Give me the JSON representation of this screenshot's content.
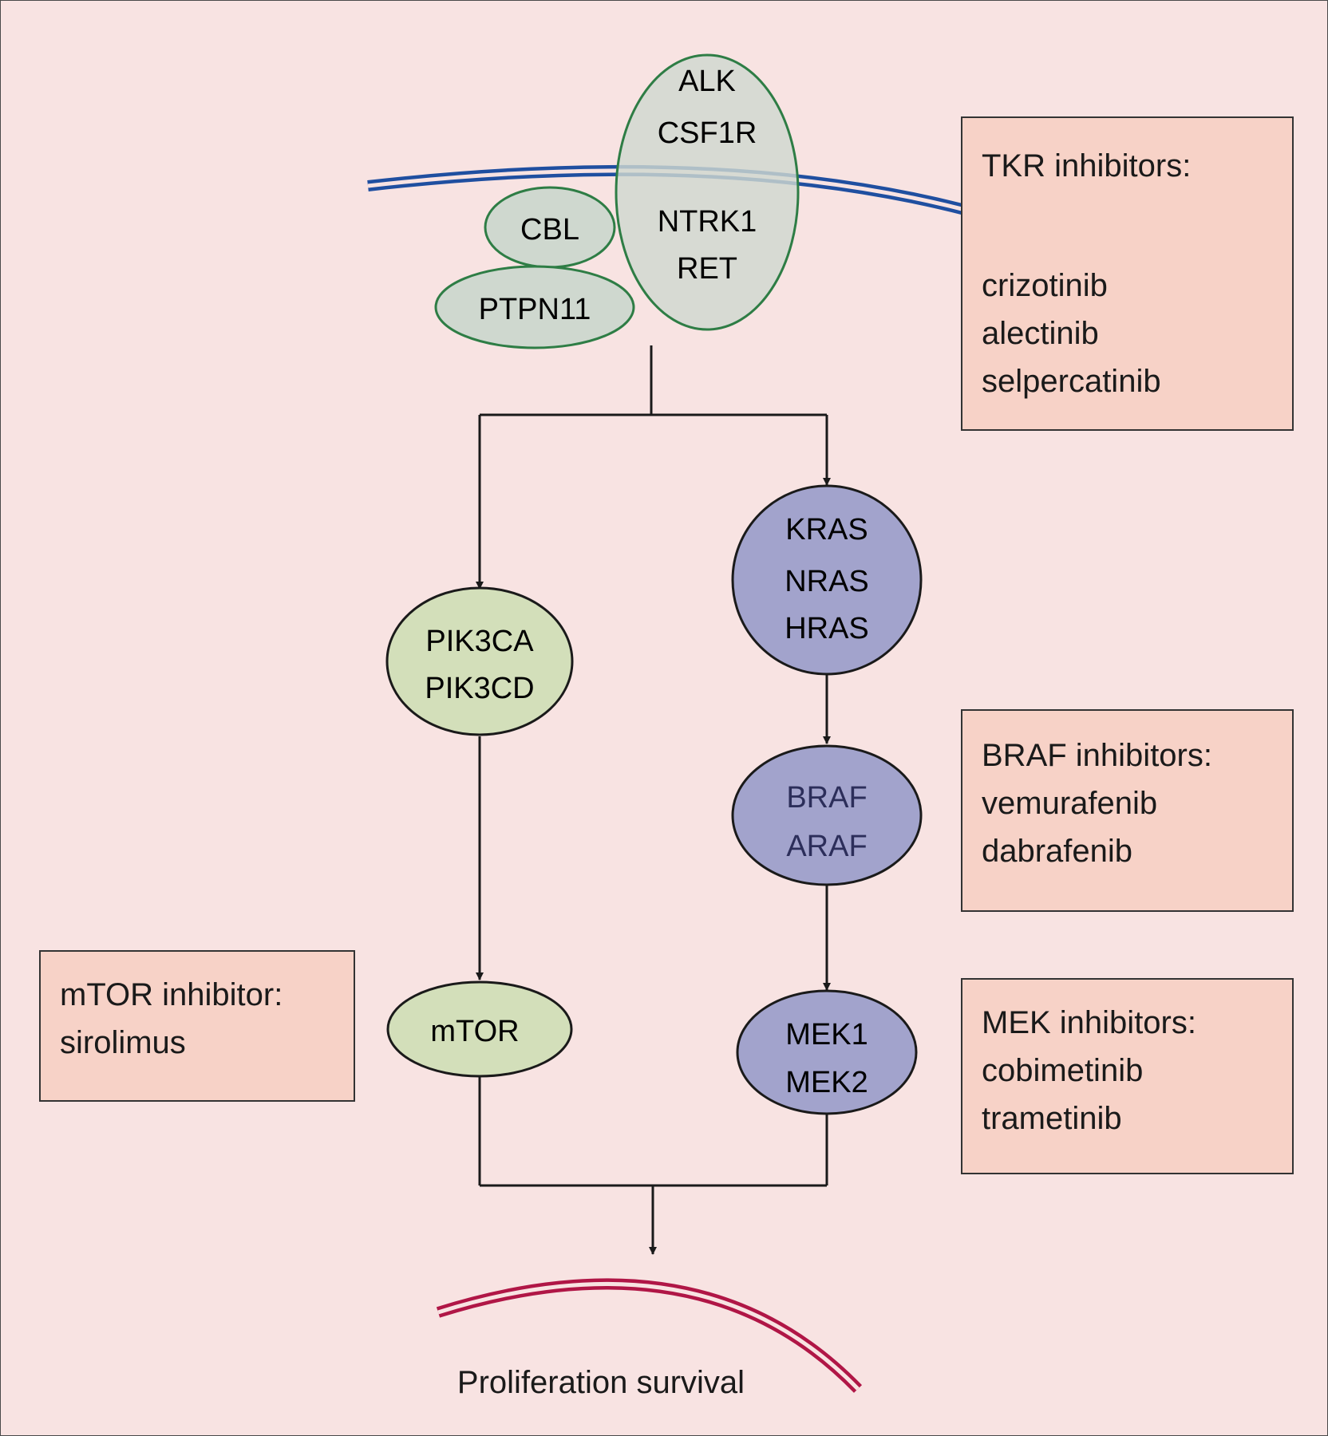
{
  "receptors": {
    "lines": [
      "ALK",
      "CSF1R",
      "NTRK1",
      "RET"
    ]
  },
  "adaptors": {
    "cbl": "CBL",
    "ptpn11": "PTPN11"
  },
  "pi3k": {
    "lines": [
      "PIK3CA",
      "PIK3CD"
    ]
  },
  "mtor": {
    "label": "mTOR"
  },
  "ras": {
    "lines": [
      "KRAS",
      "NRAS",
      "HRAS"
    ]
  },
  "raf": {
    "lines": [
      "BRAF",
      "ARAF"
    ]
  },
  "mek": {
    "lines": [
      "MEK1",
      "MEK2"
    ]
  },
  "tkr_box": {
    "title": "TKR inhibitors:",
    "drugs": [
      "crizotinib",
      "alectinib",
      "selpercatinib"
    ]
  },
  "braf_box": {
    "title": "BRAF inhibitors:",
    "drugs": [
      "vemurafenib",
      "dabrafenib"
    ]
  },
  "mek_box": {
    "title": "MEK inhibitors:",
    "drugs": [
      "cobimetinib",
      "trametinib"
    ]
  },
  "mtor_box": {
    "title": "mTOR inhibitor:",
    "drugs": [
      "sirolimus"
    ]
  },
  "outcome": {
    "label": "Proliferation survival"
  },
  "colors": {
    "background": "#f8e3e2",
    "membrane": "#1f4fa0",
    "nucleus": "#b01646",
    "receptor_fill": "#cfd8cf",
    "receptor_stroke": "#2e7d45",
    "pi3k_fill": "#d3dfba",
    "ras_fill": "#a2a3cc",
    "box_fill": "#f7d2c7"
  }
}
